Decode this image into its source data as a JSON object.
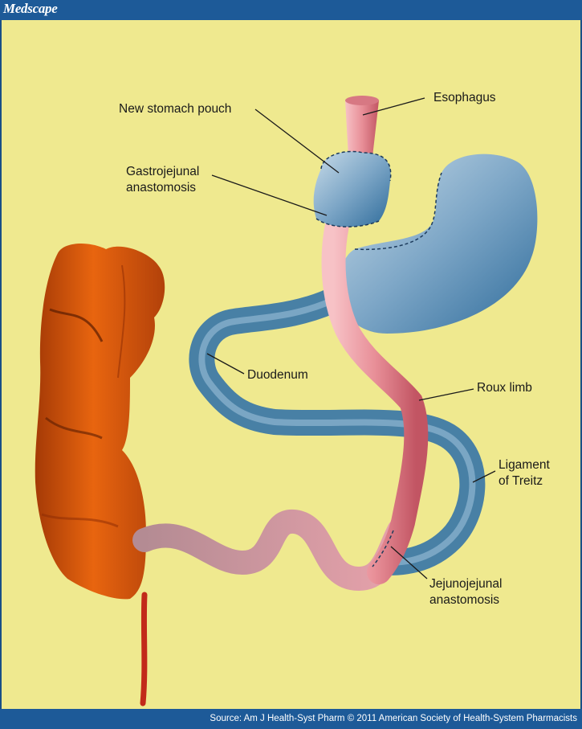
{
  "header": {
    "brand": "Medscape"
  },
  "labels": {
    "new_stomach_pouch": "New stomach pouch",
    "esophagus": "Esophagus",
    "gastrojejunal_1": "Gastrojejunal",
    "gastrojejunal_2": "anastomosis",
    "duodenum": "Duodenum",
    "roux_limb": "Roux limb",
    "ligament_1": "Ligament",
    "ligament_2": "of Treitz",
    "jejunojejunal_1": "Jejunojejunal",
    "jejunojejunal_2": "anastomosis"
  },
  "footer": {
    "source": "Source: Am J Health-Syst Pharm © 2011 American Society of Health-System Pharmacists"
  },
  "colors": {
    "background": "#efe98f",
    "frame": "#1d5a98",
    "stomach_blue": "#7ea7c7",
    "intestine_pink": "#e88f98",
    "colon_orange": "#d9580e"
  }
}
